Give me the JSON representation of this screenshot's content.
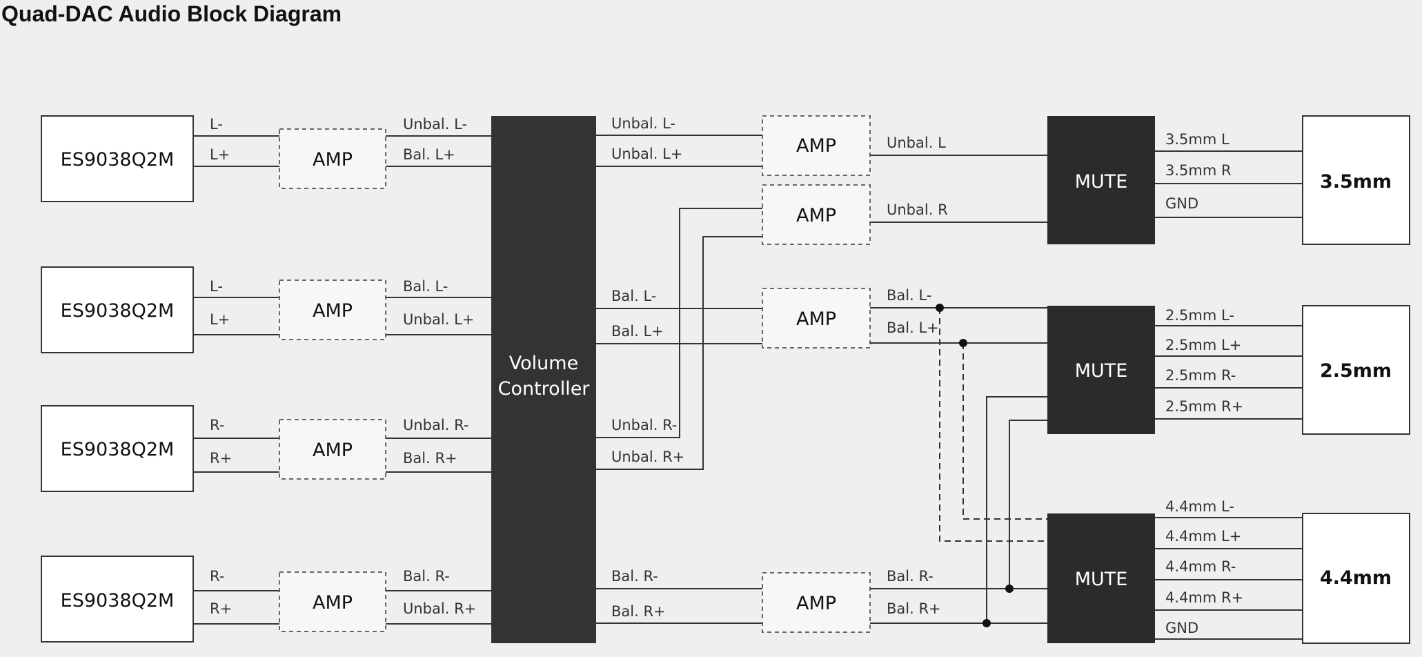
{
  "title": "Quad-DAC Audio Block Diagram",
  "dacs": [
    {
      "label": "ES9038Q2M",
      "inputs": [
        "L-",
        "L+"
      ],
      "outputs": [
        "Unbal. L-",
        "Bal. L+"
      ]
    },
    {
      "label": "ES9038Q2M",
      "inputs": [
        "L-",
        "L+"
      ],
      "outputs": [
        "Bal. L-",
        "Unbal. L+"
      ]
    },
    {
      "label": "ES9038Q2M",
      "inputs": [
        "R-",
        "R+"
      ],
      "outputs": [
        "Unbal. R-",
        "Bal. R+"
      ]
    },
    {
      "label": "ES9038Q2M",
      "inputs": [
        "R-",
        "R+"
      ],
      "outputs": [
        "Bal. R-",
        "Unbal. R+"
      ]
    }
  ],
  "amp_label": "AMP",
  "volume": {
    "line1": "Volume",
    "line2": "Controller"
  },
  "vc_outputs": [
    "Unbal. L-",
    "Unbal. L+",
    "Bal. L-",
    "Bal. L+",
    "Unbal. R-",
    "Unbal. R+",
    "Bal. R-",
    "Bal. R+"
  ],
  "amp_outputs": [
    "Unbal. L",
    "Unbal. R",
    "Bal. L-",
    "Bal. L+",
    "Bal. R-",
    "Bal. R+"
  ],
  "mute_label": "MUTE",
  "jacks": [
    {
      "label": "3.5mm",
      "pins": [
        "3.5mm L",
        "3.5mm R",
        "GND"
      ]
    },
    {
      "label": "2.5mm",
      "pins": [
        "2.5mm L-",
        "2.5mm L+",
        "2.5mm R-",
        "2.5mm R+"
      ]
    },
    {
      "label": "4.4mm",
      "pins": [
        "4.4mm L-",
        "4.4mm L+",
        "4.4mm R-",
        "4.4mm R+",
        "GND"
      ]
    }
  ]
}
